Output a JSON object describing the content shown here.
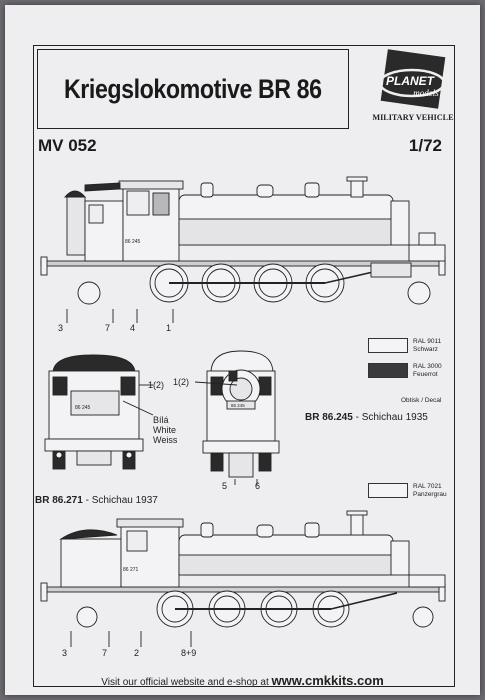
{
  "title": "Kriegslokomotive BR 86",
  "logo": {
    "line1": "PLANET",
    "line2": "models",
    "banner": "MILITARY VEHICLE"
  },
  "code": "MV 052",
  "scale": "1/72",
  "callouts_top": [
    "3",
    "7",
    "4",
    "1"
  ],
  "callouts_front": [
    "1(2)"
  ],
  "callouts_rear": [
    "1(2)",
    "5",
    "6"
  ],
  "white_label": [
    "Bílá",
    "White",
    "Weiss"
  ],
  "obtisk": "Obtisk / Decal",
  "swatches": [
    {
      "code": "RAL 9011",
      "name": "Schwarz",
      "color": "#f4f4f6"
    },
    {
      "code": "RAL 3000",
      "name": "Feuerrot",
      "color": "#3a3a3c"
    },
    {
      "code": "RAL 7021",
      "name": "Panzergrau",
      "color": "#f4f4f6"
    }
  ],
  "caption_245": {
    "bold": "BR 86.245",
    "rest": " - Schichau 1935"
  },
  "caption_271": {
    "bold": "BR 86.271",
    "rest": " - Schichau 1937"
  },
  "callouts_bottom": [
    "3",
    "7",
    "2",
    "8+9"
  ],
  "loco_numbers": {
    "top": "86 245",
    "front": "86 245",
    "rear": "86 245",
    "bottom": "86 271"
  },
  "footer": {
    "text": "Visit our official website and e-shop at",
    "url": "www.cmkkits.com"
  },
  "colors": {
    "paper": "#eeeef0",
    "ink": "#222222",
    "background": "#6e6a72"
  }
}
